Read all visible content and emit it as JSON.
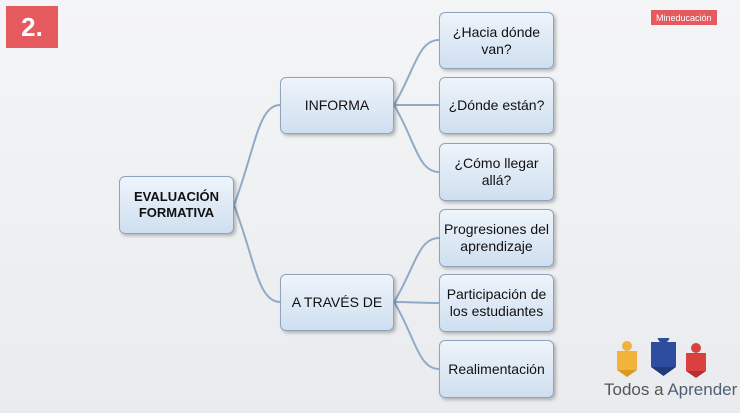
{
  "slide_number": "2.",
  "badge": "Mineducación",
  "diagram": {
    "root": "EVALUACIÓN FORMATIVA",
    "branch_informa": {
      "label": "INFORMA",
      "children": [
        "¿Hacia dónde van?",
        "¿Dónde están?",
        "¿Cómo llegar allá?"
      ]
    },
    "branch_traves": {
      "label": "A TRAVÉS DE",
      "children": [
        "Progresiones del aprendizaje",
        "Participación de los estudiantes",
        "Realimentación"
      ]
    }
  },
  "logo": {
    "text_left": "Todos a ",
    "text_right": "Aprender"
  },
  "colors": {
    "accent": "#e45a5f",
    "node_border": "#8ea4bd",
    "line": "#90abc8"
  }
}
